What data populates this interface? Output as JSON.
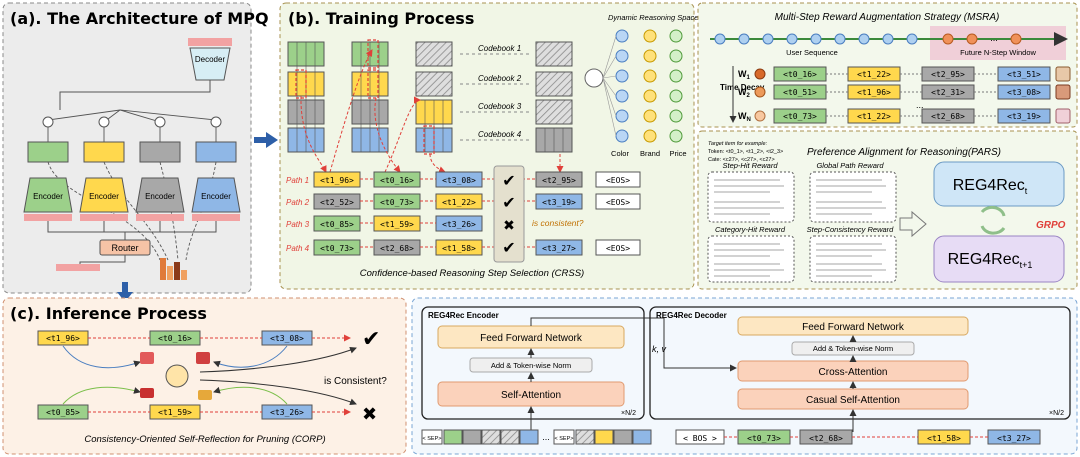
{
  "colors": {
    "green": "#9cd08a",
    "yellow": "#ffd84d",
    "gray": "#a8a8a8",
    "blue": "#8fb7e6",
    "red": "#e0403a",
    "pink": "#f2a2a2",
    "panel_a": "#ececec",
    "panel_b": "#f1f6e6",
    "panel_c": "#fdf1e6",
    "panel_d": "#f3f8fd",
    "reg_top": "#cfe6f7",
    "reg_bot": "#e7dcf5",
    "ffn": "#fde7c2",
    "attn": "#fbd2bb"
  },
  "panel_a": {
    "title": "(a). The Architecture of MPQ",
    "decoder": "Decoder",
    "encoder": "Encoder",
    "router": "Router"
  },
  "panel_b": {
    "title": "(b). Training Process",
    "codebooks": [
      "Codebook 1",
      "Codebook 2",
      "Codebook 3",
      "Codebook 4"
    ],
    "space_title": "Dynamic Reasoning Space",
    "space_labels": [
      "Color",
      "Brand",
      "Price"
    ],
    "paths": [
      {
        "label": "Path 1",
        "t1": "<t1_96>",
        "t2": "<t0_16>",
        "t3": "<t3_08>",
        "t4": "<t2_95>",
        "end": "<EOS>"
      },
      {
        "label": "Path 2",
        "t1": "<t2_52>",
        "t2": "<t0_73>",
        "t3": "<t1_22>",
        "t4": "<t3_19>",
        "end": "<EOS>"
      },
      {
        "label": "Path 3",
        "t1": "<t0_85>",
        "t2": "<t1_59>",
        "t3": "<t3_26>"
      },
      {
        "label": "Path 4",
        "t1": "<t0_73>",
        "t2": "<t2_68>",
        "t3": "<t1_58>",
        "t4": "<t3_27>",
        "end": "<EOS>"
      }
    ],
    "consistent_q": "is consistent?",
    "crss": "Confidence-based Reasoning Step Selection (CRSS)"
  },
  "msra": {
    "title": "Multi-Step Reward Augmentation Strategy (MSRA)",
    "user_seq": "User Sequence",
    "future": "Future N-Step Window",
    "dots": "...",
    "time_decay": "Time Decay",
    "rows": [
      {
        "w": "W",
        "sub": "1",
        "a": "<t0_16>",
        "b": "<t1_22>",
        "c": "<t2_95>",
        "d": "<t3_51>"
      },
      {
        "w": "W",
        "sub": "2",
        "a": "<t0_51>",
        "b": "<t1_96>",
        "c": "<t2_31>",
        "d": "<t3_08>"
      },
      {
        "w": "W",
        "sub": "N",
        "a": "<t0_73>",
        "b": "<t1_22>",
        "c": "<t2_68>",
        "d": "<t3_19>"
      }
    ],
    "ellipsis": "..."
  },
  "pars": {
    "title": "Preference Alignment for Reasoning(PARS)",
    "target_1": "Target item for example:",
    "target_2": "Token:  <t0_1>,  <t1_2>,  <t2_3>",
    "target_3": "Cate:  <c27>,  <c27>,  <c27>",
    "rewards": [
      "Step-Hit Reward",
      "Global Path Reward",
      "Category-Hit Reward",
      "Step-Consistency Reward"
    ],
    "reg_top": "REG4Rec",
    "reg_top_sub": "t",
    "reg_bot": "REG4Rec",
    "reg_bot_sub": "t+1",
    "grpo": "GRPO"
  },
  "panel_c": {
    "title": "(c). Inference Process",
    "top_tokens": [
      "<t1_96>",
      "<t0_16>",
      "<t3_08>"
    ],
    "bot_tokens": [
      "<t0_85>",
      "<t1_59>",
      "<t3_26>"
    ],
    "consistent_q": "is Consistent?",
    "corp": "Consistency-Oriented Self-Reflection for Pruning (CORP)"
  },
  "panel_d": {
    "enc_title": "REG4Rec Encoder",
    "dec_title": "REG4Rec Decoder",
    "ffn": "Feed Forward Network",
    "add_norm": "Add & Token-wise Norm",
    "self_attn": "Self-Attention",
    "cross_attn": "Cross-Attention",
    "casual_attn": "Casual Self-Attention",
    "n2": "×N/2",
    "kv": "k, v",
    "sep": "< SEP>",
    "ellipsis": "...",
    "bos": "< BOS >",
    "dec_tokens": [
      "<t0_73>",
      "<t2_68>",
      "<t1_58>",
      "<t3_27>"
    ]
  }
}
